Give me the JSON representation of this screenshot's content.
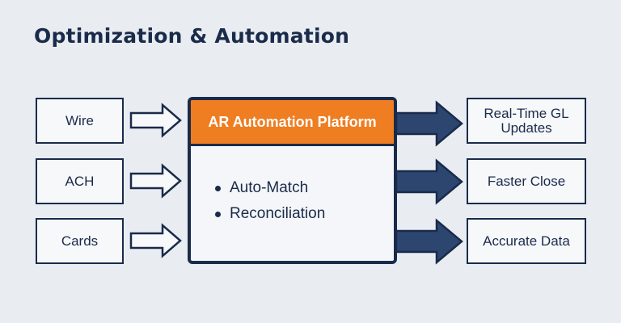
{
  "title": "Optimization & Automation",
  "inputs": [
    "Wire",
    "ACH",
    "Cards"
  ],
  "platform": {
    "title": "AR Automation Platform",
    "items": [
      "Auto-Match",
      "Reconciliation"
    ]
  },
  "outputs": [
    "Real-Time GL Updates",
    "Faster Close",
    "Accurate Data"
  ],
  "colors": {
    "navy": "#1a2b4a",
    "orange": "#ef7d22",
    "background": "#e9edf2"
  }
}
